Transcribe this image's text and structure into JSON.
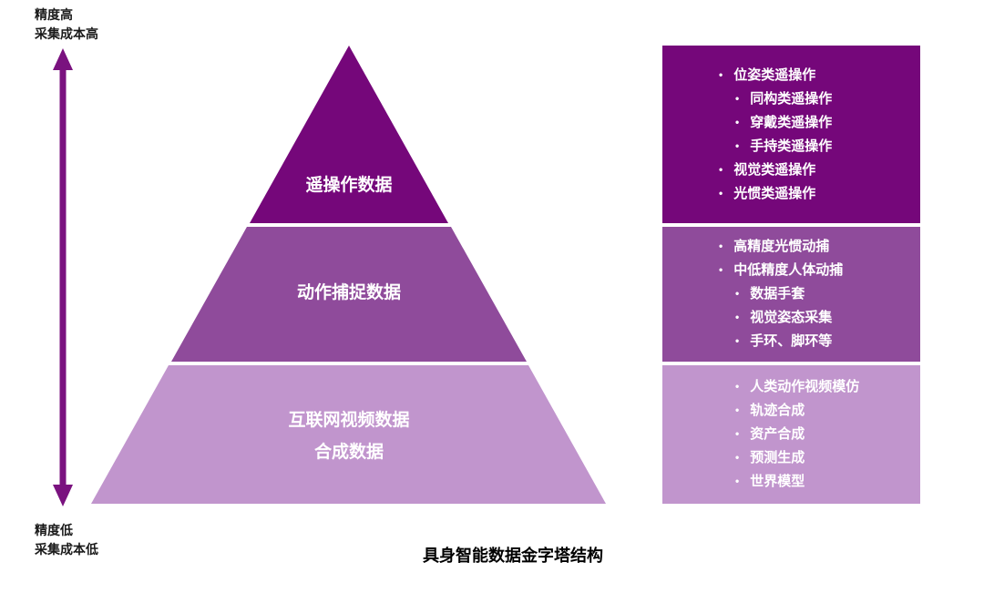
{
  "title": "具身智能数据金字塔结构",
  "axis": {
    "top": {
      "line1": "精度高",
      "line2": "采集成本高"
    },
    "bottom": {
      "line1": "精度低",
      "line2": "采集成本低"
    }
  },
  "colors": {
    "tier1": "#75077A",
    "tier2": "#8F4B9B",
    "tier3": "#C195CD",
    "arrow": "#7A127F"
  },
  "pyramid": {
    "tier1": {
      "label": "遥操作数据"
    },
    "tier2": {
      "label": "动作捕捉数据"
    },
    "tier3": {
      "label_line1": "互联网视频数据",
      "label_line2": "合成数据"
    }
  },
  "detail_boxes": {
    "tier1": {
      "items": [
        {
          "text": "位姿类遥操作",
          "level": 1
        },
        {
          "text": "同构类遥操作",
          "level": 2
        },
        {
          "text": "穿戴类遥操作",
          "level": 2
        },
        {
          "text": "手持类遥操作",
          "level": 2
        },
        {
          "text": "视觉类遥操作",
          "level": 1
        },
        {
          "text": "光惯类遥操作",
          "level": 1
        }
      ]
    },
    "tier2": {
      "items": [
        {
          "text": "高精度光惯动捕",
          "level": 1
        },
        {
          "text": "中低精度人体动捕",
          "level": 1
        },
        {
          "text": "数据手套",
          "level": 2
        },
        {
          "text": "视觉姿态采集",
          "level": 2
        },
        {
          "text": "手环、脚环等",
          "level": 2
        }
      ]
    },
    "tier3": {
      "items": [
        {
          "text": "人类动作视频模仿",
          "level": 2
        },
        {
          "text": "轨迹合成",
          "level": 2
        },
        {
          "text": "资产合成",
          "level": 2
        },
        {
          "text": "预测生成",
          "level": 2
        },
        {
          "text": "世界模型",
          "level": 2
        }
      ]
    }
  }
}
